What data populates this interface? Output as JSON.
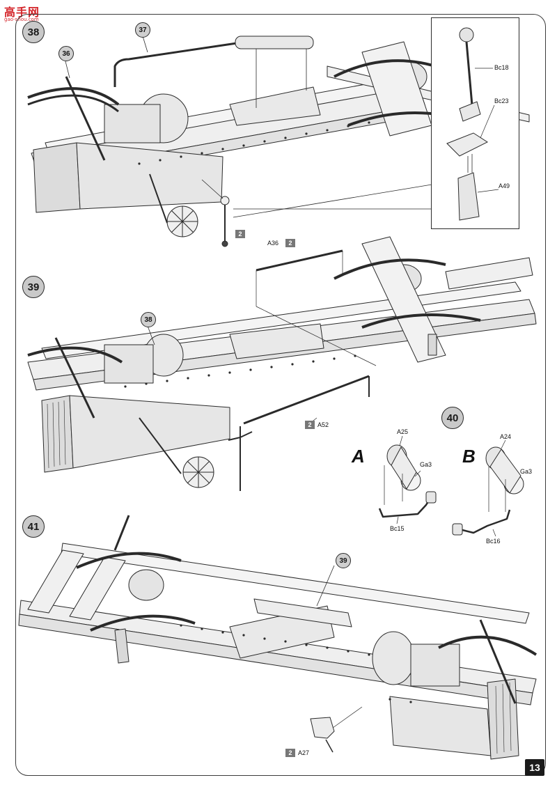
{
  "watermark": {
    "text": "高手网",
    "sub": "gao-shou.com"
  },
  "page_number": "13",
  "steps": {
    "s38": {
      "number": "38",
      "callouts": {
        "c36": "36",
        "c37": "37"
      },
      "sprue": "2"
    },
    "s39": {
      "number": "39",
      "callouts": {
        "c38": "38"
      },
      "part_a36": "A36",
      "sprue_a36": "2",
      "part_a52": "A52",
      "sprue_a52": "2"
    },
    "s40": {
      "number": "40",
      "variant_a": "A",
      "variant_b": "B",
      "a_parts": {
        "p1": "A25",
        "p2": "Ga3",
        "p3": "Bc15"
      },
      "b_parts": {
        "p1": "A24",
        "p2": "Ga3",
        "p3": "Bc16"
      }
    },
    "s41": {
      "number": "41",
      "callouts": {
        "c39": "39"
      },
      "part_a27": "A27",
      "sprue_a27": "2"
    }
  },
  "inset": {
    "bc18": "Bc18",
    "bc23": "Bc23",
    "a49": "A49"
  },
  "colors": {
    "line": "#2a2a2a",
    "fill": "#efefef",
    "step_badge": "#c9c9c9",
    "sprue_badge": "#777777",
    "watermark": "#d4262b"
  }
}
